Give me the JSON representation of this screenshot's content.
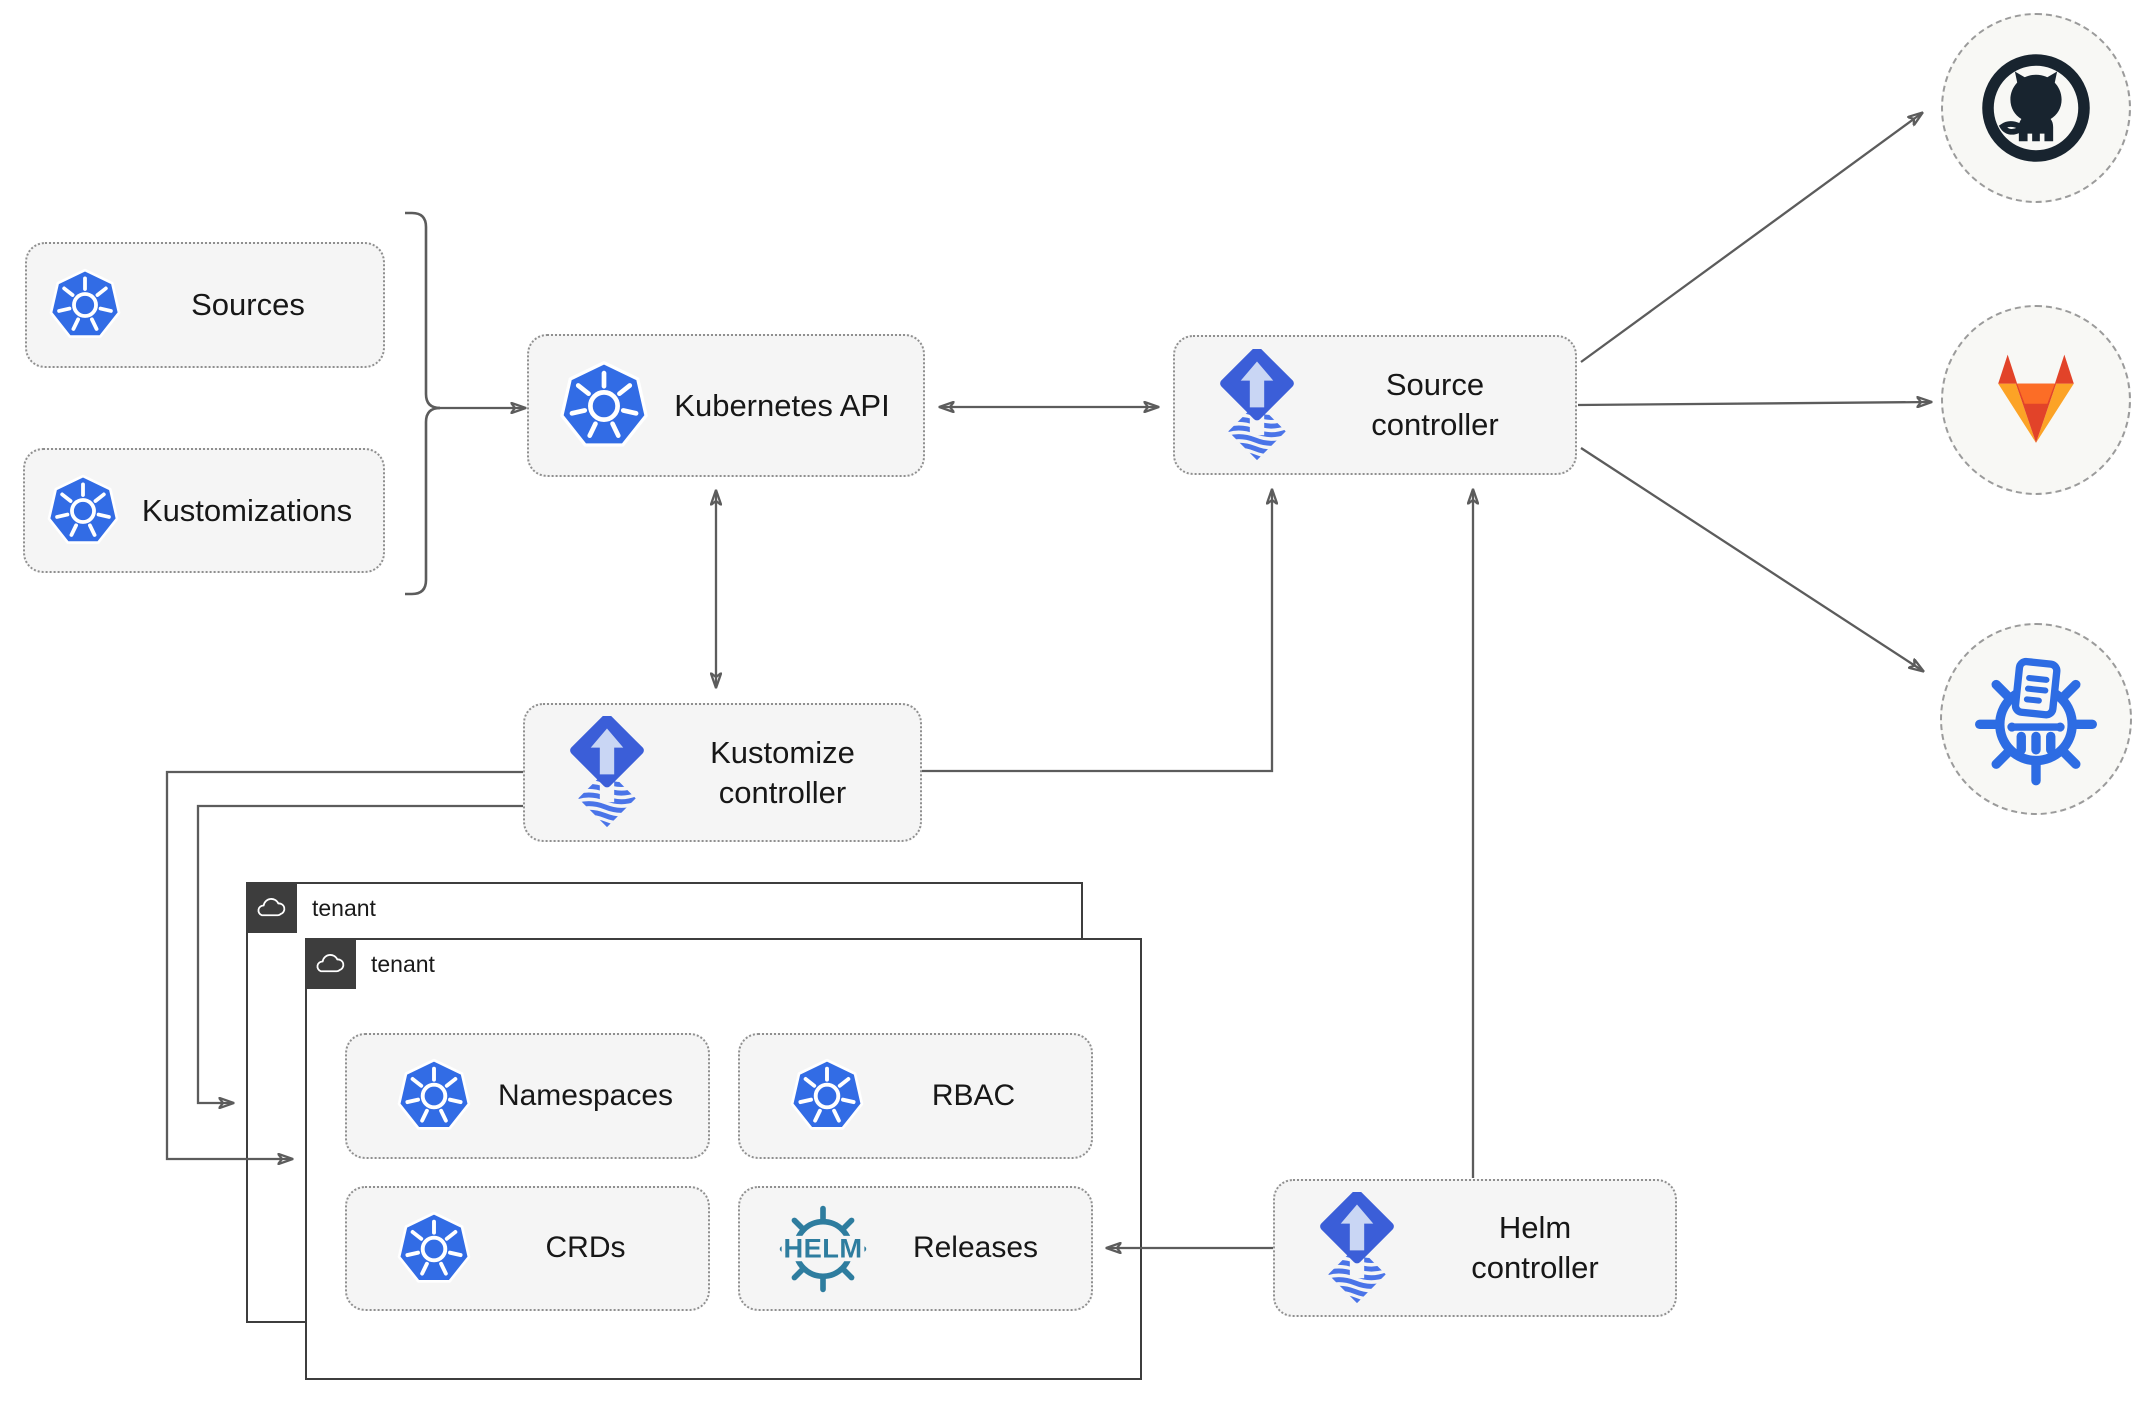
{
  "nodes": {
    "sources": {
      "label": "Sources",
      "icon": "kubernetes-icon"
    },
    "kustomizations": {
      "label": "Kustomizations",
      "icon": "kubernetes-icon"
    },
    "kubernetes_api": {
      "label": "Kubernetes API",
      "icon": "kubernetes-icon"
    },
    "source_controller": {
      "label": "Source controller",
      "icon": "flux-icon"
    },
    "kustomize_controller": {
      "label": "Kustomize controller",
      "icon": "flux-icon"
    },
    "helm_controller": {
      "label": "Helm controller",
      "icon": "flux-icon"
    },
    "namespaces": {
      "label": "Namespaces",
      "icon": "kubernetes-icon"
    },
    "rbac": {
      "label": "RBAC",
      "icon": "kubernetes-icon"
    },
    "crds": {
      "label": "CRDs",
      "icon": "kubernetes-icon"
    },
    "releases": {
      "label": "Releases",
      "icon": "helm-icon"
    }
  },
  "groups": {
    "tenant_back": {
      "label": "tenant",
      "icon": "cloud-icon"
    },
    "tenant_front": {
      "label": "tenant",
      "icon": "cloud-icon"
    }
  },
  "remotes": {
    "github": {
      "icon": "github-icon"
    },
    "gitlab": {
      "icon": "gitlab-icon"
    },
    "registry": {
      "icon": "container-registry-icon"
    }
  },
  "icons": {
    "helm_text": "HELM"
  },
  "colors": {
    "kubernetes_blue": "#326ce5",
    "flux_blue": "#3b5ed8",
    "flux_arrow_light": "#c9d6f4",
    "flux_wave_blue": "#4a74e8",
    "helm_teal": "#2e7d9f",
    "github_dark": "#18242f",
    "gitlab_red": "#e24329",
    "gitlab_orange": "#fc6d26",
    "gitlab_yellow": "#fca326",
    "registry_blue": "#2d6ce3",
    "node_fill": "#f5f5f5",
    "edge_gray": "#5c5c5c",
    "tenant_dark": "#3d3d3d"
  }
}
